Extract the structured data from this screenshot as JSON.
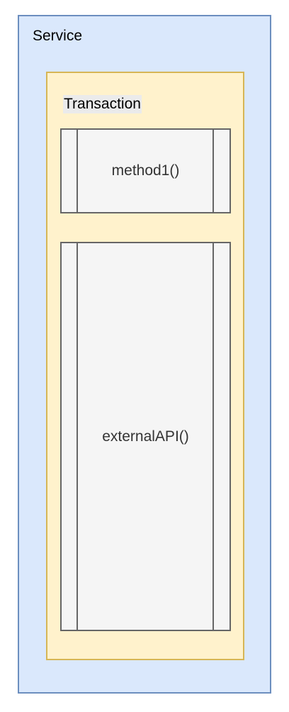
{
  "service": {
    "label": "Service",
    "fill": "#dae8fc",
    "stroke": "#6c8ebf"
  },
  "transaction": {
    "label": "Transaction",
    "fill": "#fff2cc",
    "stroke": "#d6b656"
  },
  "processes": [
    {
      "label": "method1()"
    },
    {
      "label": "externalAPI()"
    }
  ],
  "process_style": {
    "fill": "#f5f5f5",
    "stroke": "#666666"
  }
}
